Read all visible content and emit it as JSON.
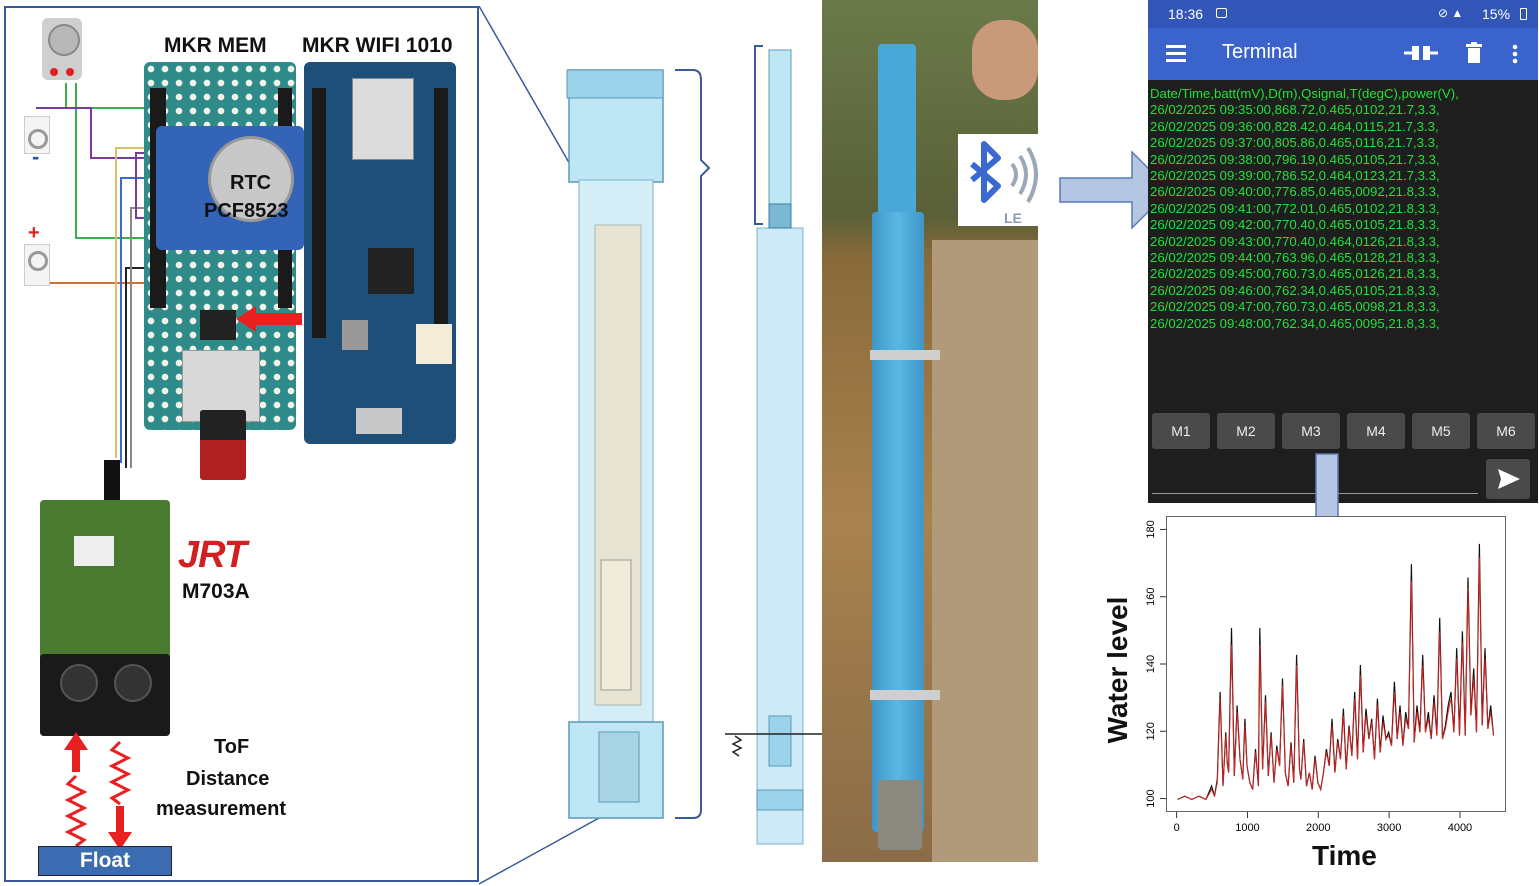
{
  "labels": {
    "mkr_mem": "MKR MEM",
    "mkr_wifi": "MKR WIFI 1010",
    "rtc_line1": "RTC",
    "rtc_line2": "PCF8523",
    "jrt_logo": "JRT",
    "sensor_model": "M703A",
    "tof_line1": "ToF",
    "tof_line2": "Distance",
    "tof_line3": "measurement",
    "float": "Float",
    "minus": "-",
    "plus": "+",
    "ble_le": "LE"
  },
  "phone": {
    "time": "18:36",
    "battery": "15%",
    "title": "Terminal",
    "terminal_lines": [
      "Date/Time,batt(mV),D(m),Qsignal,T(degC),power(V),",
      "26/02/2025 09:35:00,868.72,0.465,0102,21.7,3.3,",
      "26/02/2025 09:36:00,828.42,0.464,0115,21.7,3.3,",
      "26/02/2025 09:37:00,805.86,0.465,0116,21.7,3.3,",
      "26/02/2025 09:38:00,796.19,0.465,0105,21.7,3.3,",
      "26/02/2025 09:39:00,786.52,0.464,0123,21.7,3.3,",
      "26/02/2025 09:40:00,776.85,0.465,0092,21.8,3.3,",
      "26/02/2025 09:41:00,772.01,0.465,0102,21.8,3.3,",
      "26/02/2025 09:42:00,770.40,0.465,0105,21.8,3.3,",
      "26/02/2025 09:43:00,770.40,0.464,0126,21.8,3.3,",
      "26/02/2025 09:44:00,763.96,0.465,0128,21.8,3.3,",
      "26/02/2025 09:45:00,760.73,0.465,0126,21.8,3.3,",
      "26/02/2025 09:46:00,762.34,0.465,0105,21.8,3.3,",
      "26/02/2025 09:47:00,760.73,0.465,0098,21.8,3.3,",
      "26/02/2025 09:48:00,762.34,0.465,0095,21.8,3.3,"
    ],
    "macro_buttons": [
      "M1",
      "M2",
      "M3",
      "M4",
      "M5",
      "M6"
    ]
  },
  "chart_data": {
    "type": "line",
    "xlabel": "Time",
    "ylabel": "Water level",
    "xlim": [
      -150,
      4650
    ],
    "ylim": [
      96,
      184
    ],
    "xticks": [
      0,
      1000,
      2000,
      3000,
      4000
    ],
    "yticks": [
      100,
      120,
      140,
      160,
      180
    ],
    "series": [
      {
        "color": "#111111",
        "x": [
          0,
          100,
          200,
          300,
          400,
          480,
          520,
          560,
          600,
          640,
          680,
          700,
          720,
          760,
          800,
          840,
          880,
          920,
          950,
          980,
          1020,
          1060,
          1100,
          1140,
          1160,
          1200,
          1240,
          1280,
          1320,
          1360,
          1400,
          1440,
          1480,
          1520,
          1560,
          1600,
          1640,
          1680,
          1720,
          1740,
          1780,
          1820,
          1860,
          1900,
          1940,
          1980,
          2020,
          2060,
          2100,
          2140,
          2180,
          2220,
          2260,
          2300,
          2340,
          2380,
          2420,
          2460,
          2500,
          2540,
          2580,
          2620,
          2660,
          2700,
          2740,
          2780,
          2820,
          2860,
          2900,
          2940,
          2980,
          3020,
          3060,
          3100,
          3140,
          3180,
          3220,
          3260,
          3300,
          3340,
          3380,
          3420,
          3460,
          3500,
          3540,
          3580,
          3620,
          3660,
          3700,
          3740,
          3780,
          3820,
          3860,
          3900,
          3940,
          3980,
          4020,
          4060,
          4100,
          4140,
          4180,
          4220,
          4260,
          4300,
          4340,
          4380,
          4420,
          4460
        ],
        "y": [
          100,
          101,
          100,
          101,
          100,
          104,
          101,
          106,
          132,
          104,
          120,
          111,
          108,
          151,
          107,
          128,
          112,
          106,
          124,
          110,
          105,
          103,
          115,
          104,
          151,
          109,
          131,
          107,
          120,
          105,
          116,
          110,
          136,
          108,
          104,
          117,
          105,
          143,
          109,
          106,
          118,
          104,
          108,
          103,
          113,
          105,
          103,
          108,
          115,
          110,
          124,
          108,
          118,
          112,
          127,
          109,
          122,
          113,
          132,
          112,
          140,
          114,
          127,
          118,
          124,
          112,
          130,
          114,
          125,
          118,
          120,
          116,
          135,
          118,
          128,
          116,
          126,
          121,
          170,
          117,
          128,
          120,
          143,
          120,
          126,
          118,
          131,
          119,
          154,
          118,
          122,
          128,
          132,
          120,
          145,
          119,
          150,
          119,
          166,
          125,
          139,
          120,
          176,
          122,
          145,
          121,
          128,
          119
        ]
      },
      {
        "color": "#e02020",
        "x": [
          0,
          100,
          200,
          300,
          400,
          480,
          520,
          560,
          600,
          640,
          680,
          700,
          720,
          760,
          800,
          840,
          880,
          920,
          950,
          980,
          1020,
          1060,
          1100,
          1140,
          1160,
          1200,
          1240,
          1280,
          1320,
          1360,
          1400,
          1440,
          1480,
          1520,
          1560,
          1600,
          1640,
          1680,
          1720,
          1740,
          1780,
          1820,
          1860,
          1900,
          1940,
          1980,
          2020,
          2060,
          2100,
          2140,
          2180,
          2220,
          2260,
          2300,
          2340,
          2380,
          2420,
          2460,
          2500,
          2540,
          2580,
          2620,
          2660,
          2700,
          2740,
          2780,
          2820,
          2860,
          2900,
          2940,
          2980,
          3020,
          3060,
          3100,
          3140,
          3180,
          3220,
          3260,
          3300,
          3340,
          3380,
          3420,
          3460,
          3500,
          3540,
          3580,
          3620,
          3660,
          3700,
          3740,
          3780,
          3820,
          3860,
          3900,
          3940,
          3980,
          4020,
          4060,
          4100,
          4140,
          4180,
          4220,
          4260,
          4300,
          4340,
          4380,
          4420,
          4460
        ],
        "y": [
          100,
          101,
          100,
          101,
          100,
          103,
          101,
          105,
          130,
          104,
          119,
          111,
          108,
          146,
          107,
          126,
          112,
          106,
          122,
          110,
          105,
          103,
          114,
          104,
          146,
          109,
          129,
          107,
          119,
          105,
          115,
          110,
          134,
          108,
          104,
          116,
          105,
          140,
          109,
          106,
          117,
          104,
          108,
          103,
          112,
          105,
          103,
          108,
          114,
          110,
          122,
          108,
          117,
          112,
          125,
          109,
          121,
          113,
          130,
          112,
          137,
          114,
          125,
          118,
          123,
          112,
          128,
          114,
          123,
          118,
          119,
          116,
          132,
          118,
          126,
          116,
          124,
          121,
          165,
          117,
          126,
          120,
          140,
          120,
          124,
          118,
          129,
          119,
          150,
          118,
          121,
          126,
          130,
          120,
          142,
          119,
          147,
          119,
          163,
          125,
          136,
          120,
          172,
          122,
          142,
          121,
          126,
          119
        ]
      }
    ]
  }
}
